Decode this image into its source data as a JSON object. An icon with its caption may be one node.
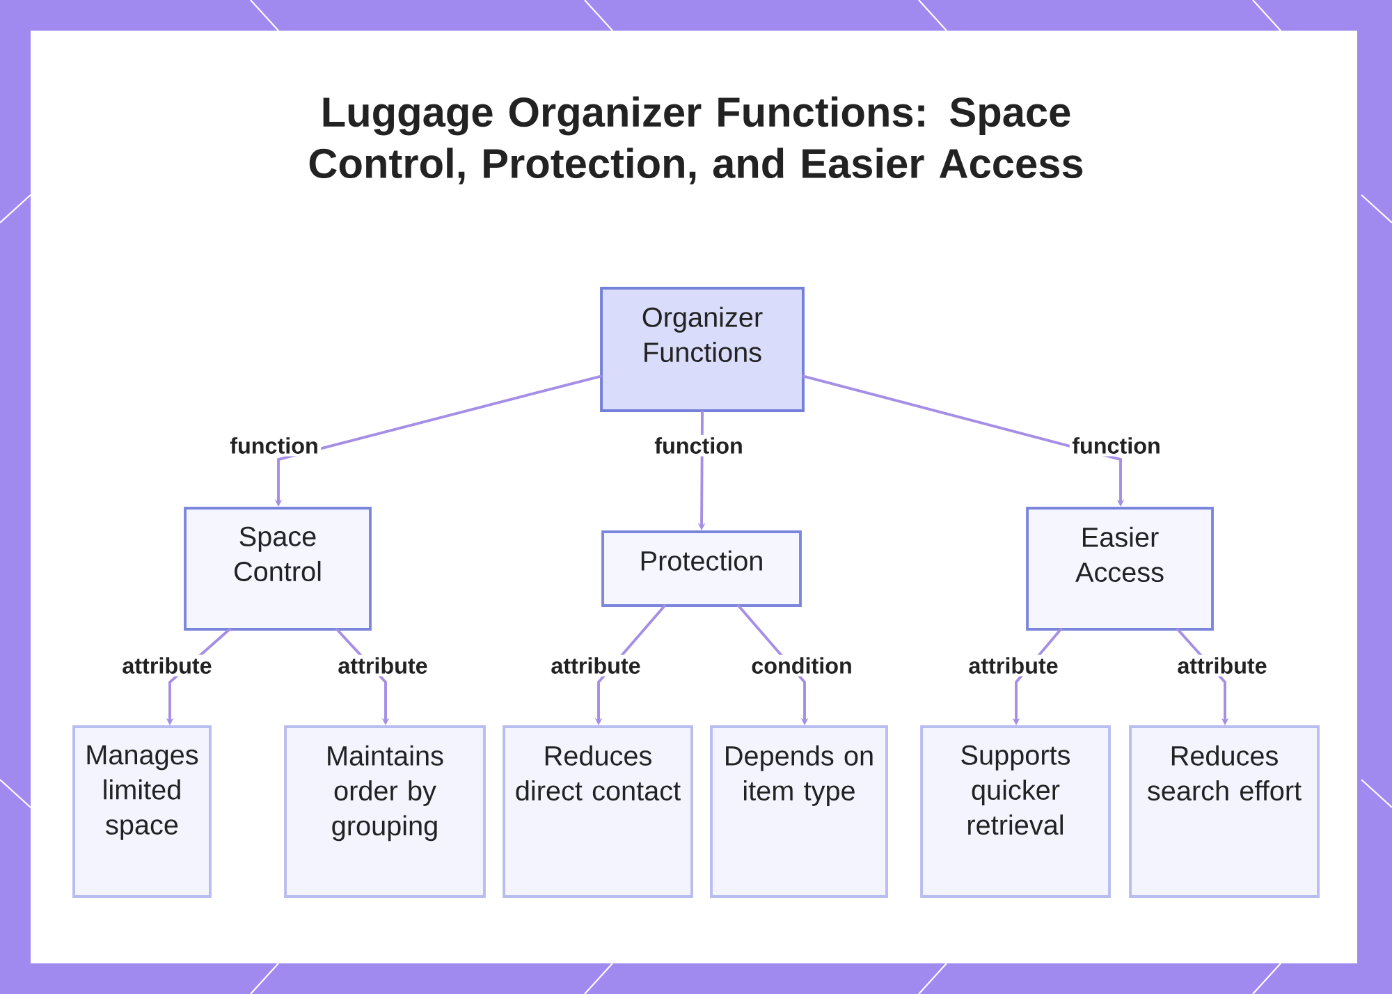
{
  "diagram": {
    "title": "Luggage Organizer Functions: Space Control, Protection, and Easier Access",
    "nodes": [
      {
        "text": [
          "Organizer Functions"
        ]
      },
      {
        "text": [
          "Space Control"
        ]
      },
      {
        "text": [
          "Protection"
        ]
      },
      {
        "text": [
          "Easier Access"
        ]
      },
      {
        "text": [
          "Manages limited space"
        ]
      },
      {
        "text": [
          "Maintains order by grouping"
        ]
      },
      {
        "text": [
          "Reduces direct contact"
        ]
      },
      {
        "text": [
          "Depends on item type"
        ]
      },
      {
        "text": [
          "Supports quicker retrieval"
        ]
      },
      {
        "text": [
          "Reduces search effort"
        ]
      }
    ],
    "edges": [
      {
        "from": 0,
        "to": 1,
        "arrow": "to",
        "label": "function"
      },
      {
        "from": 0,
        "to": 2,
        "arrow": "to",
        "label": "function"
      },
      {
        "from": 0,
        "to": 3,
        "arrow": "to",
        "label": "function"
      },
      {
        "from": 1,
        "to": 4,
        "arrow": "to",
        "label": "attribute"
      },
      {
        "from": 1,
        "to": 5,
        "arrow": "to",
        "label": "attribute"
      },
      {
        "from": 2,
        "to": 6,
        "arrow": "to",
        "label": "attribute"
      },
      {
        "from": 2,
        "to": 7,
        "arrow": "to",
        "label": "condition"
      },
      {
        "from": 3,
        "to": 8,
        "arrow": "to",
        "label": "attribute"
      },
      {
        "from": 3,
        "to": 9,
        "arrow": "to",
        "label": "attribute"
      }
    ]
  }
}
